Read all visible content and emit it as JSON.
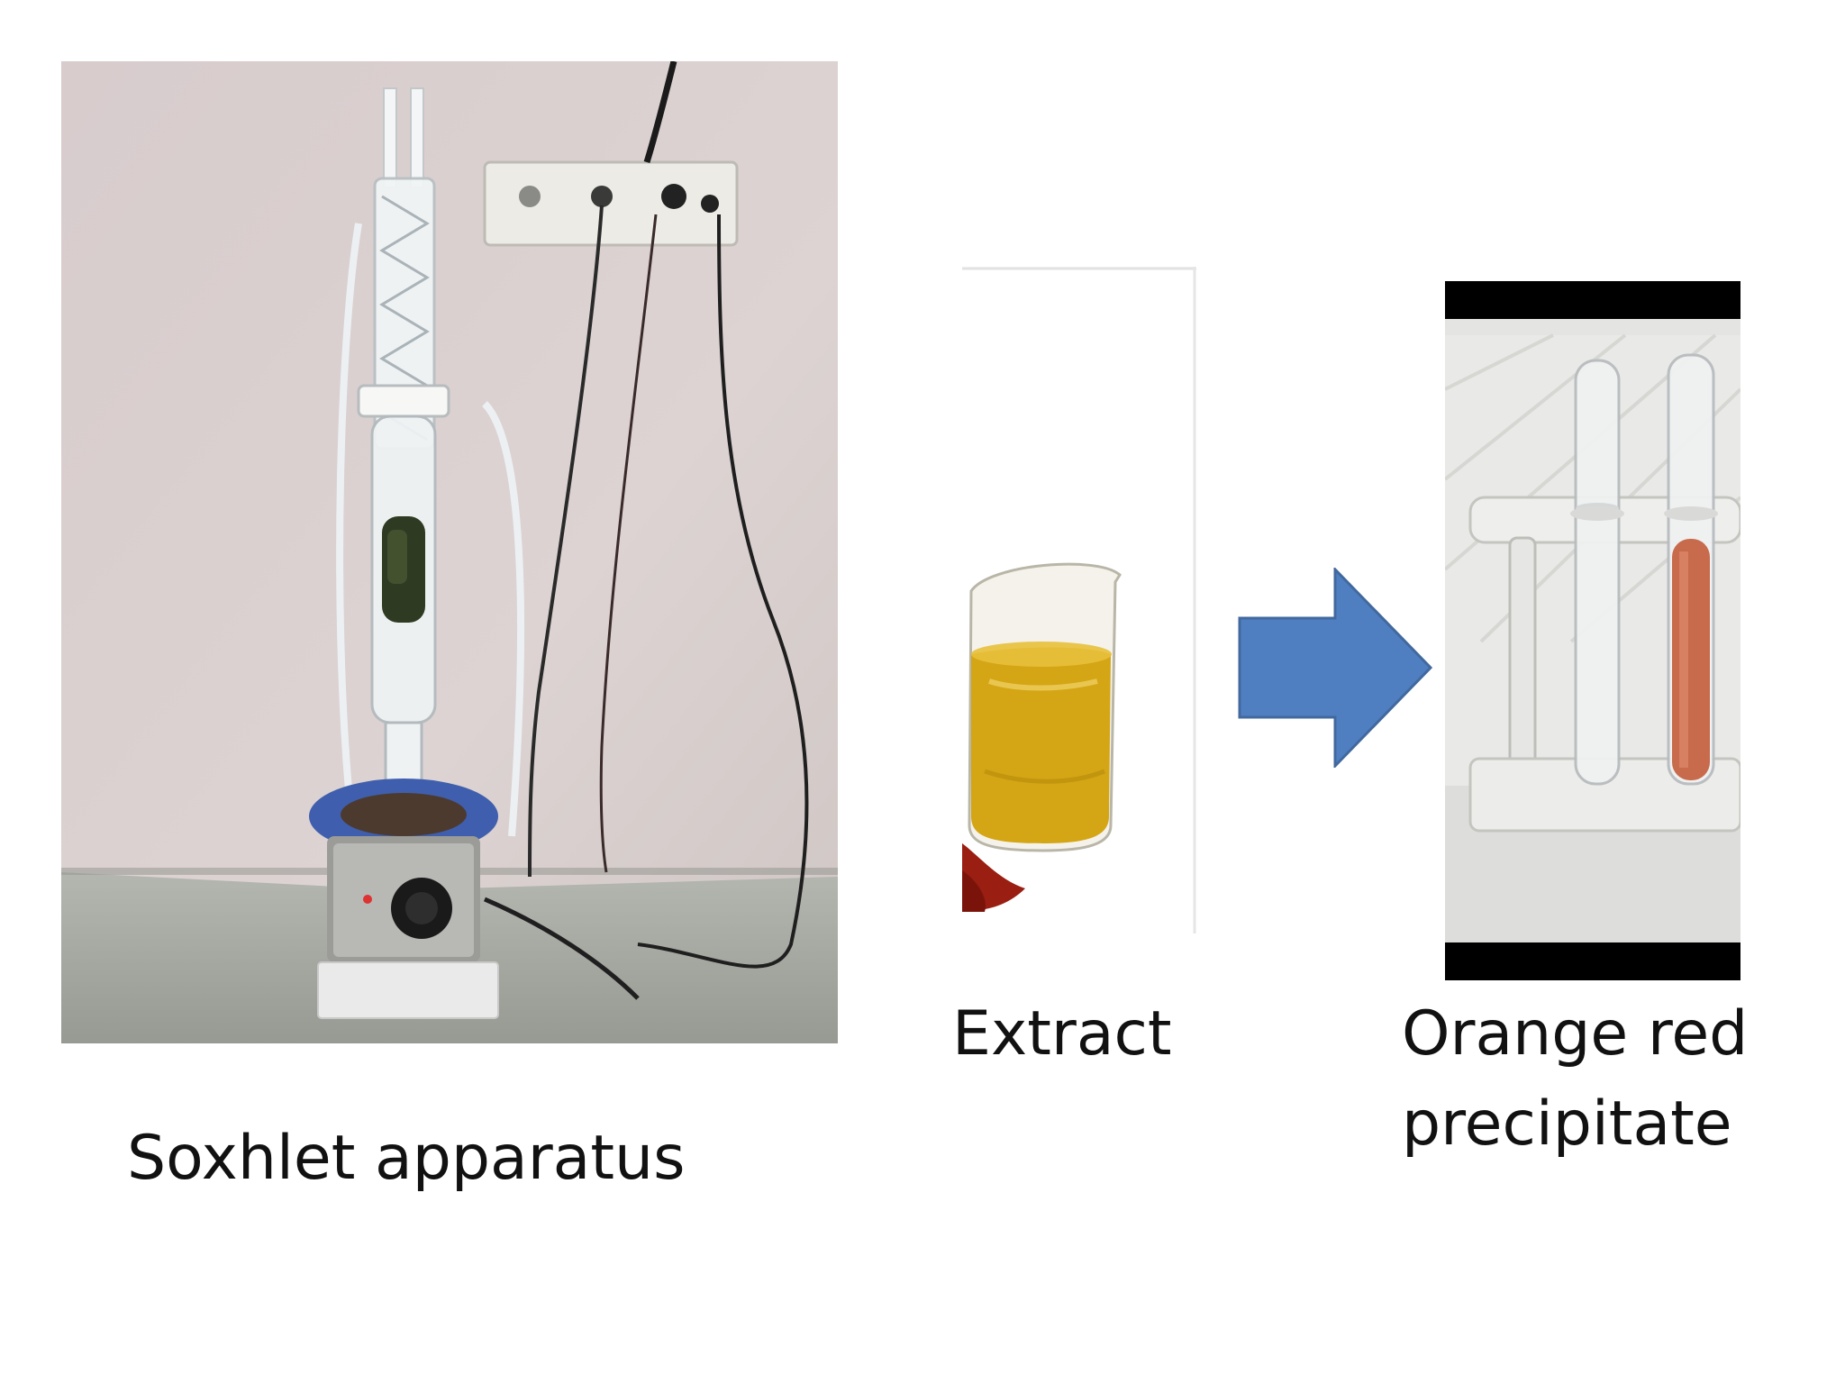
{
  "slide": {
    "background": "#ffffff"
  },
  "captions": {
    "soxhlet": "Soxhlet apparatus",
    "extract": "Extract",
    "precipitate_line1": "Orange red",
    "precipitate_line2": "precipitate"
  },
  "images": {
    "soxhlet_photo": {
      "description_icon": "soxhlet-apparatus-photo",
      "colors": {
        "wall": "#d9cfcf",
        "floor": "#a9aca6",
        "mantle_ring": "#3f5fae",
        "glass": "#eef3f6",
        "sample": "#2e3a22"
      }
    },
    "extract_photo": {
      "description_icon": "beaker-photo",
      "colors": {
        "liquid": "#d4a514",
        "chili": "#9a1e12"
      }
    },
    "precipitate_photo": {
      "description_icon": "test-tube-rack-photo",
      "colors": {
        "bars": "#000000",
        "rack": "#e6e6e4",
        "precipitate": "#c86a4c"
      }
    }
  },
  "arrow": {
    "color": "#4f7fc1",
    "stroke": "#41699e",
    "icon": "right-arrow-icon"
  }
}
